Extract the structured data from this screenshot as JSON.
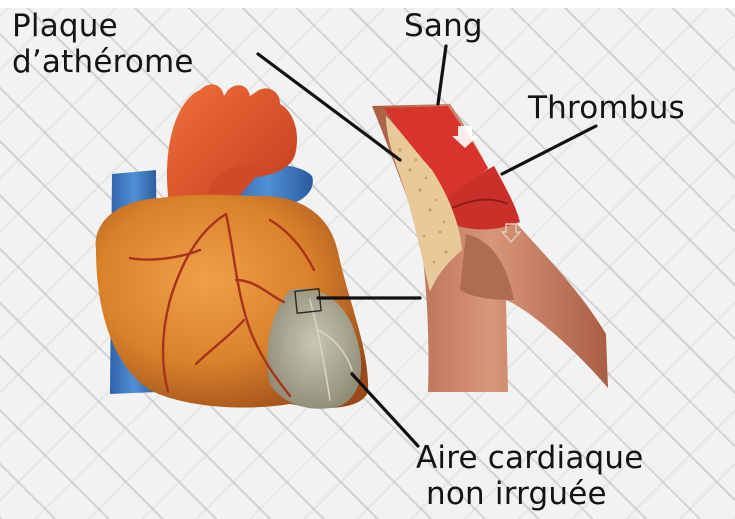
{
  "labels": {
    "plaque_line1": "Plaque",
    "plaque_line2": "d’athérome",
    "sang": "Sang",
    "thrombus": "Thrombus",
    "aire_line1": "Aire cardiaque",
    "aire_line2": "non irrguée"
  },
  "colors": {
    "heart_muscle": "#d9822b",
    "aorta": "#e2542a",
    "vena_cava": "#3a78c0",
    "blood": "#d9342b",
    "plaque": "#e8c99a",
    "artery_wall": "#c27a58",
    "ischemic_area": "#aaa89a",
    "leader_lines": "#111111"
  }
}
